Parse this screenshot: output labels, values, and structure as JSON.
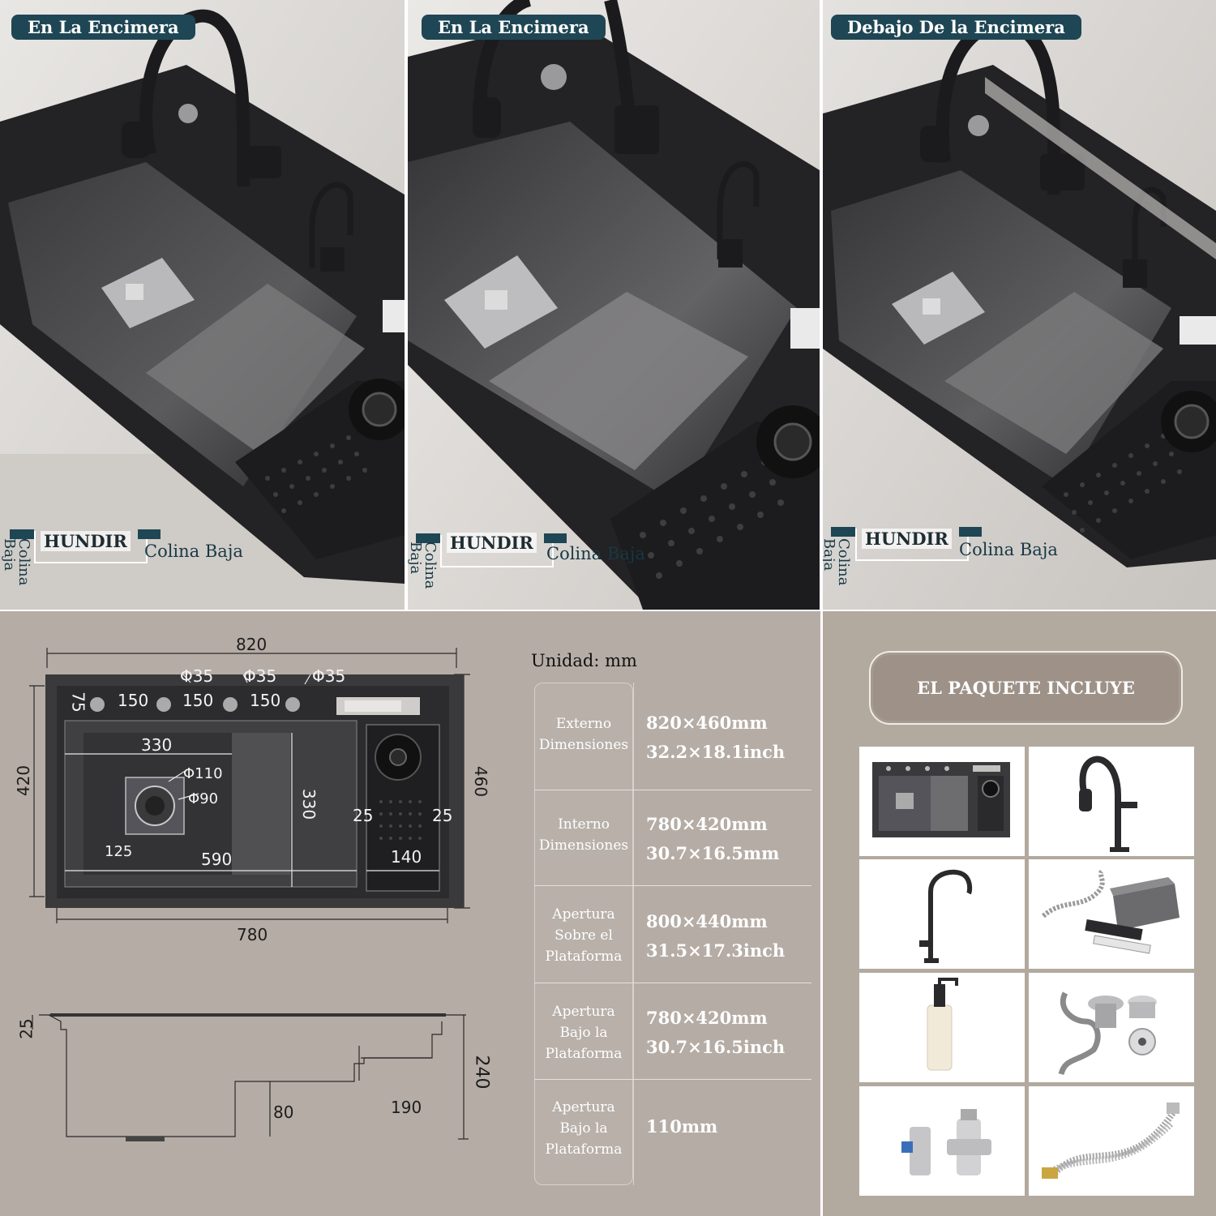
{
  "panels": [
    {
      "tag": "En La Encimera",
      "hundir": "HUNDIR",
      "colina": "Colina Baja",
      "vertical": "Colina\nBaja"
    },
    {
      "tag": "En La Encimera",
      "hundir": "HUNDIR",
      "colina": "Colina Baja",
      "vertical": "Colina\nBaja"
    },
    {
      "tag": "Debajo De la Encimera",
      "hundir": "HUNDIR",
      "colina": "Colina Baja",
      "vertical": "Colina\nBaja"
    }
  ],
  "drawing_top": {
    "width_outer": "820",
    "width_inner": "780",
    "height_outer": "460",
    "height_inner": "420",
    "hole1": "Φ35",
    "hole2": "Φ35",
    "hole3": "Φ35",
    "gap1": "150",
    "gap2": "150",
    "gap3": "150",
    "edge": "75",
    "bowl_width": "330",
    "bowl_depth": "330",
    "drain_outer": "Φ110",
    "drain_inner": "Φ90",
    "drain_offset": "125",
    "main_width": "590",
    "side_a": "25",
    "side_b": "25",
    "side_width": "140"
  },
  "drawing_side": {
    "lip": "25",
    "depth": "240",
    "step": "80",
    "right_width": "190"
  },
  "specs": {
    "unit": "Unidad: mm",
    "rows": [
      {
        "label": "Externo\nDimensiones",
        "v1": "820×460mm",
        "v2": "32.2×18.1inch"
      },
      {
        "label": "Interno\nDimensiones",
        "v1": "780×420mm",
        "v2": "30.7×16.5mm"
      },
      {
        "label": "Apertura\nSobre el\nPlataforma",
        "v1": "800×440mm",
        "v2": "31.5×17.3inch"
      },
      {
        "label": "Apertura\nBajo la\nPlataforma",
        "v1": "780×420mm",
        "v2": "30.7×16.5inch"
      },
      {
        "label": "Apertura\nBajo la\nPlataforma",
        "v1": "110mm",
        "v2": ""
      }
    ]
  },
  "package": {
    "title": "EL PAQUETE INCLUYE",
    "items": [
      "sink-icon",
      "pull-down-faucet-icon",
      "drinking-faucet-icon",
      "pipe-accessories-icon",
      "soap-dispenser-icon",
      "drain-kit-icon",
      "angle-valve-icon",
      "braided-hose-icon"
    ]
  },
  "colors": {
    "accent": "#1f4654",
    "sink": "#2b2a2c",
    "counter": "#d9d7d4"
  }
}
